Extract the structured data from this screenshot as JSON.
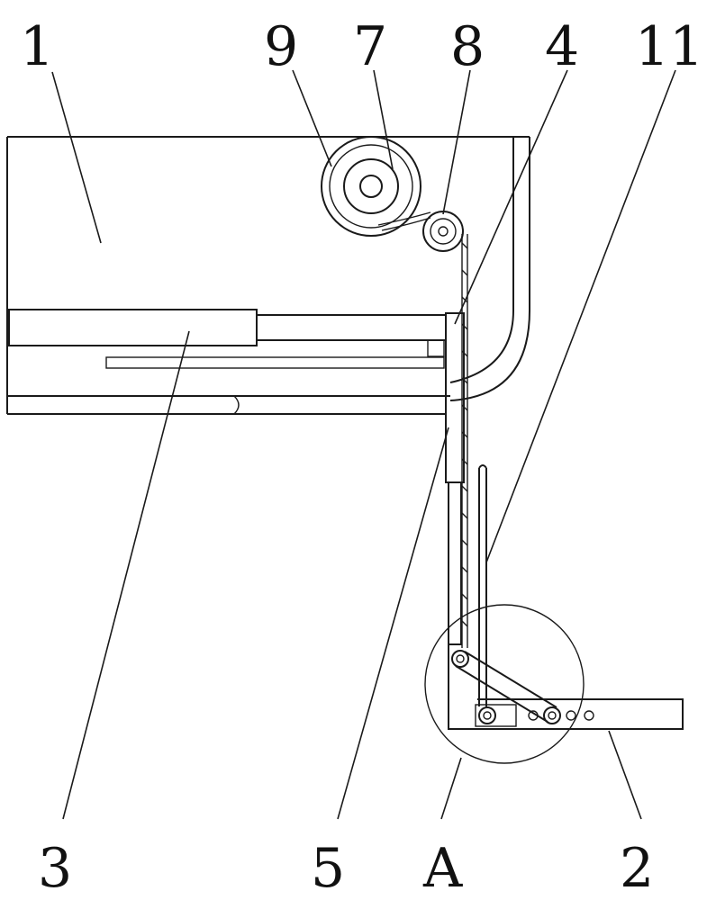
{
  "labels": {
    "l1": "1",
    "l9": "9",
    "l7": "7",
    "l8": "8",
    "l4": "4",
    "l11": "11",
    "l3": "3",
    "l5": "5",
    "lA": "A",
    "l2": "2"
  }
}
